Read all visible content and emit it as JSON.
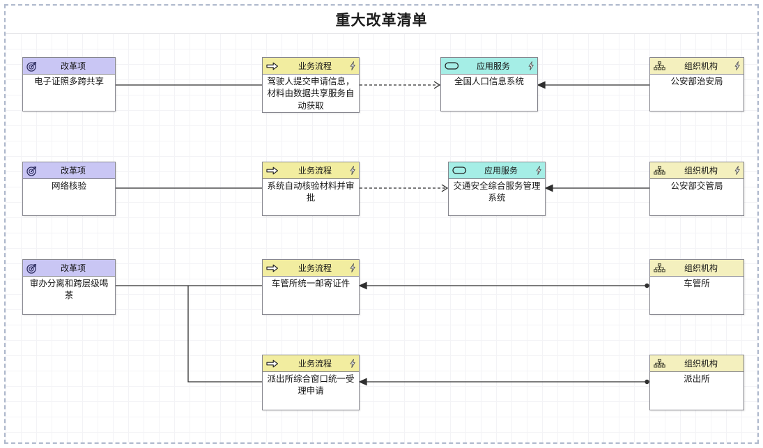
{
  "title": "重大改革清单",
  "colors": {
    "goal_header": "#c9c6f4",
    "process_header": "#f2eda0",
    "app_service_header": "#a5eee6",
    "org_header": "#f4f0be",
    "node_border": "#86868e",
    "edge": "#2f2f2f",
    "frame_dash": "#aeb8cc"
  },
  "nodes": [
    {
      "type": "goal",
      "type_label": "改革项",
      "name": "电子证照多跨共享"
    },
    {
      "type": "process",
      "type_label": "业务流程",
      "name": "驾驶人提交申请信息，材料由数据共享服务自动获取"
    },
    {
      "type": "app-service",
      "type_label": "应用服务",
      "name": "全国人口信息系统"
    },
    {
      "type": "org",
      "type_label": "组织机构",
      "name": "公安部治安局"
    },
    {
      "type": "goal",
      "type_label": "改革项",
      "name": "网络核验"
    },
    {
      "type": "process",
      "type_label": "业务流程",
      "name": "系统自动核验材料并审批"
    },
    {
      "type": "app-service",
      "type_label": "应用服务",
      "name": "交通安全综合服务管理系统"
    },
    {
      "type": "org",
      "type_label": "组织机构",
      "name": "公安部交管局"
    },
    {
      "type": "goal",
      "type_label": "改革项",
      "name": "审办分离和跨层级喝茶"
    },
    {
      "type": "process",
      "type_label": "业务流程",
      "name": "车管所统一邮寄证件"
    },
    {
      "type": "org",
      "type_label": "组织机构",
      "name": "车管所"
    },
    {
      "type": "process",
      "type_label": "业务流程",
      "name": "派出所综合窗口统一受理申请"
    },
    {
      "type": "org",
      "type_label": "组织机构",
      "name": "派出所"
    }
  ],
  "edges": [
    {
      "from": "电子证照多跨共享",
      "to": "驾驶人提交申请信息，材料由数据共享服务自动获取",
      "style": "solid-plain"
    },
    {
      "from": "驾驶人提交申请信息，材料由数据共享服务自动获取",
      "to": "全国人口信息系统",
      "style": "dashed-open-arrow"
    },
    {
      "from": "公安部治安局",
      "to": "全国人口信息系统",
      "style": "solid-filled-arrow"
    },
    {
      "from": "网络核验",
      "to": "系统自动核验材料并审批",
      "style": "solid-plain"
    },
    {
      "from": "系统自动核验材料并审批",
      "to": "交通安全综合服务管理系统",
      "style": "dashed-open-arrow"
    },
    {
      "from": "公安部交管局",
      "to": "交通安全综合服务管理系统",
      "style": "solid-filled-arrow"
    },
    {
      "from": "审办分离和跨层级喝茶",
      "to": "车管所统一邮寄证件",
      "style": "solid-plain"
    },
    {
      "from": "审办分离和跨层级喝茶",
      "to": "派出所综合窗口统一受理申请",
      "style": "solid-plain"
    },
    {
      "from": "车管所",
      "to": "车管所统一邮寄证件",
      "style": "assignment-ball-arrow"
    },
    {
      "from": "派出所",
      "to": "派出所综合窗口统一受理申请",
      "style": "assignment-ball-arrow"
    }
  ]
}
